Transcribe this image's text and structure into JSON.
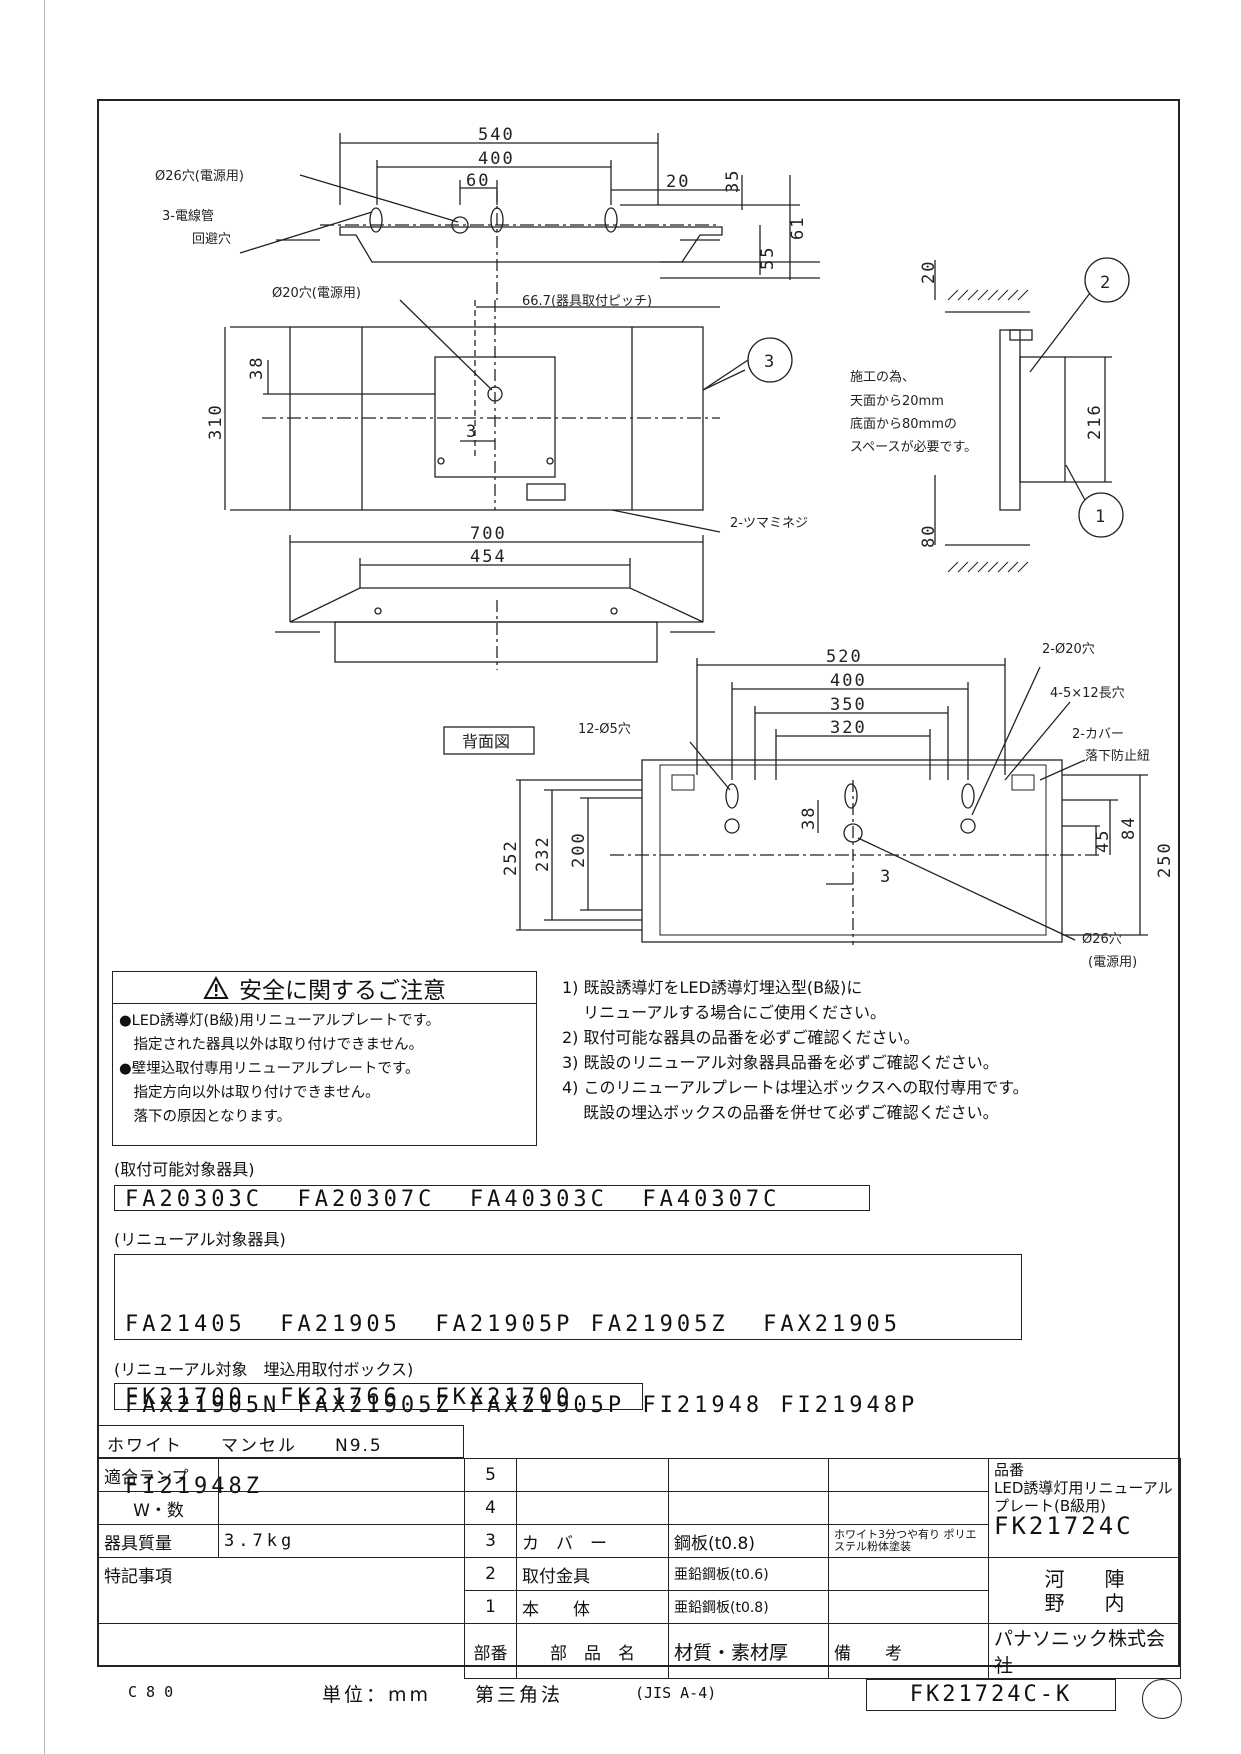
{
  "dimensions": {
    "top_540": "540",
    "top_400": "400",
    "top_60": "60",
    "top_20": "20",
    "top_35": "35",
    "top_61": "61",
    "top_55": "55",
    "hole26_label": "Ø26穴(電源用)",
    "conduit_label_1": "3-電線管",
    "conduit_label_2": "回避穴",
    "hole20_label": "Ø20穴(電源用)",
    "pitch_label": "66.7(器具取付ピッチ)",
    "d38": "38",
    "d310": "310",
    "d3": "3",
    "d700": "700",
    "d454": "454",
    "knob_label": "2-ツマミネジ",
    "side_20": "20",
    "side_216": "216",
    "side_80": "80",
    "balloon_1": "1",
    "balloon_2": "2",
    "balloon_3": "3",
    "space_note": [
      "施工の為、",
      "天面から20mm",
      "底面から80mmの",
      "スペースが必要です。"
    ],
    "back_label": "背面図",
    "back_520": "520",
    "back_400": "400",
    "back_350": "350",
    "back_320": "320",
    "holes_12": "12-Ø5穴",
    "holes_2_20": "2-Ø20穴",
    "slot_label": "4-5×12長穴",
    "cover_label_1": "2-カバー",
    "cover_label_2": "落下防止紐",
    "back_252": "252",
    "back_232": "232",
    "back_200": "200",
    "back_38": "38",
    "back_3": "3",
    "back_45": "45",
    "back_84": "84",
    "back_250": "250",
    "back_hole26_1": "Ø26穴",
    "back_hole26_2": "(電源用)"
  },
  "safety": {
    "icon": "warning-triangle-icon",
    "title": "安全に関するご注意",
    "lines": [
      "●LED誘導灯(B級)用リニューアルプレートです。",
      "　指定された器具以外は取り付けできません。",
      "●壁埋込取付専用リニューアルプレートです。",
      "　指定方向以外は取り付けできません。",
      "　落下の原因となります。"
    ]
  },
  "notes": [
    "1) 既設誘導灯をLED誘導灯埋込型(B級)に",
    "　 リニューアルする場合にご使用ください。",
    "2) 取付可能な器具の品番を必ずご確認ください。",
    "3) 既設のリニューアル対象器具品番を必ずご確認ください。",
    "4) このリニューアルプレートは埋込ボックスへの取付専用です。",
    "　 既設の埋込ボックスの品番を併せて必ずご確認ください。"
  ],
  "compatible": {
    "title": "(取付可能対象器具)",
    "codes": "FA20303C  FA20307C  FA40303C  FA40307C"
  },
  "renewal": {
    "title": "(リニューアル対象器具)",
    "lines": [
      "FA21405  FA21905  FA21905P FA21905Z  FAX21905",
      "FAX21905N FAX21905Z FAX21905P FI21948 FI21948P",
      "FI21948Z"
    ]
  },
  "boxes": {
    "title": "(リニューアル対象　埋込用取付ボックス)",
    "codes": "FK21700  FK21766  FKX21700"
  },
  "color_spec": "ホワイト　　マンセル　　N9.5",
  "title_block": {
    "lamp_label": "適合ランプ",
    "watt_label": "W・数",
    "mass_label": "器具質量",
    "mass_value": "3.7kg",
    "special_label": "特記事項",
    "rows": [
      {
        "no": "5",
        "part": "",
        "material": "",
        "note": ""
      },
      {
        "no": "4",
        "part": "",
        "material": "",
        "note": ""
      },
      {
        "no": "3",
        "part": "カ　バ　ー",
        "material": "鋼板(t0.8)",
        "note": "ホワイト3分つや有り ポリエステル粉体塗装"
      },
      {
        "no": "2",
        "part": "取付金具",
        "material": "亜鉛鋼板(t0.6)",
        "note": ""
      },
      {
        "no": "1",
        "part": "本　　体",
        "material": "亜鉛鋼板(t0.8)",
        "note": ""
      }
    ],
    "header": {
      "no": "部番",
      "part": "部　品　名",
      "material": "材質・素材厚",
      "note": "備　　考"
    },
    "product_label": "品番",
    "product_desc_1": "LED誘導灯用リニューアル",
    "product_desc_2": "プレート(B級用)",
    "product_code": "FK21724C",
    "names_1": "河　　陣",
    "names_2": "野　　内",
    "company": "パナソニック株式会社"
  },
  "footer": {
    "code_c80": "C 8 0",
    "units": "単位：mm　　第三角法",
    "paper": "(JIS A-4)",
    "drawing_number": "FK21724C-K"
  }
}
